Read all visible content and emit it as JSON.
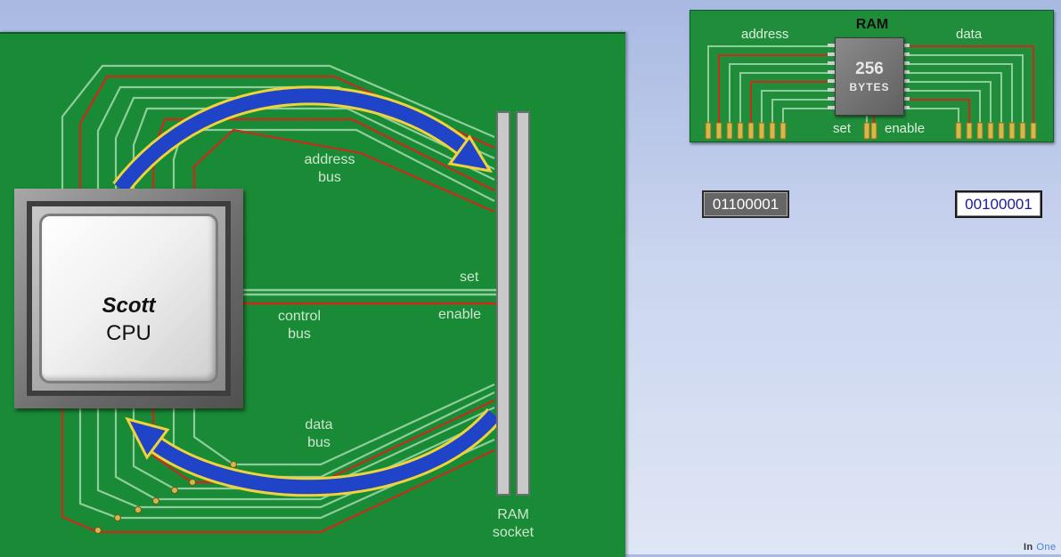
{
  "board": {
    "address_bus_label_1": "address",
    "address_bus_label_2": "bus",
    "control_bus_label_1": "control",
    "control_bus_label_2": "bus",
    "data_bus_label_1": "data",
    "data_bus_label_2": "bus",
    "set_label": "set",
    "enable_label": "enable",
    "socket_label_1": "RAM",
    "socket_label_2": "socket"
  },
  "cpu": {
    "name": "Scott",
    "type": "CPU"
  },
  "ram_card": {
    "title": "RAM",
    "address_label": "address",
    "data_label": "data",
    "size": "256",
    "unit": "BYTES",
    "set_label": "set",
    "enable_label": "enable"
  },
  "registers": {
    "left_value": "01100001",
    "right_value": "00100001"
  },
  "logo": {
    "part1": "In",
    "part2": "One"
  },
  "colors": {
    "board": "#198a35",
    "trace_light": "#8fce9a",
    "trace_red": "#cc2a1a",
    "arrow_blue": "#1f44c8",
    "arrow_outline": "#f0d23a"
  }
}
